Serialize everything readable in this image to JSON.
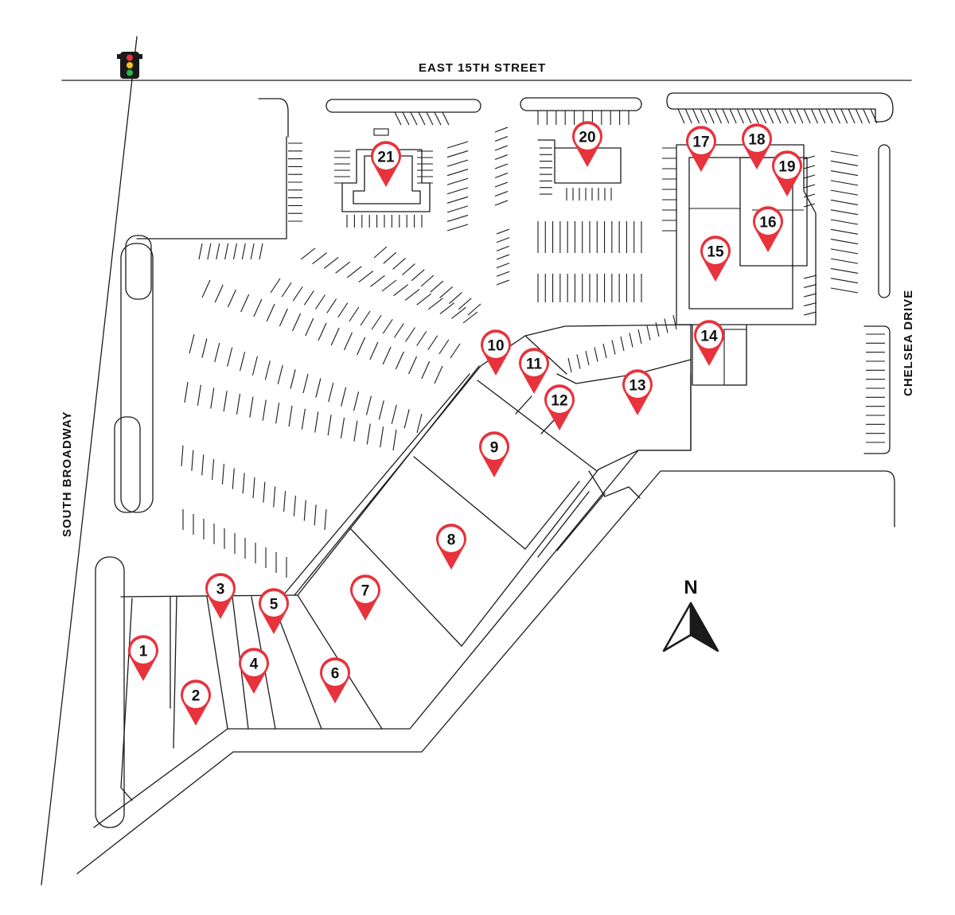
{
  "streets": {
    "north": "EAST 15TH STREET",
    "west": "SOUTH BROADWAY",
    "east": "CHELSEA DRIVE"
  },
  "compass": {
    "label": "N"
  },
  "colors": {
    "pin_fill": "#e8323c",
    "pin_face": "#ffffff",
    "line": "#1a1a1a",
    "traffic_red": "#e8323c",
    "traffic_yellow": "#f5c518",
    "traffic_green": "#2eb34a"
  },
  "icons": {
    "traffic_light": "traffic-light-icon",
    "north_arrow": "north-arrow-icon",
    "pin": "map-pin-icon"
  },
  "units": [
    {
      "id": "1",
      "label": "1"
    },
    {
      "id": "2",
      "label": "2"
    },
    {
      "id": "3",
      "label": "3"
    },
    {
      "id": "4",
      "label": "4"
    },
    {
      "id": "5",
      "label": "5"
    },
    {
      "id": "6",
      "label": "6"
    },
    {
      "id": "7",
      "label": "7"
    },
    {
      "id": "8",
      "label": "8"
    },
    {
      "id": "9",
      "label": "9"
    },
    {
      "id": "10",
      "label": "10"
    },
    {
      "id": "11",
      "label": "11"
    },
    {
      "id": "12",
      "label": "12"
    },
    {
      "id": "13",
      "label": "13"
    },
    {
      "id": "14",
      "label": "14"
    },
    {
      "id": "15",
      "label": "15"
    },
    {
      "id": "16",
      "label": "16"
    },
    {
      "id": "17",
      "label": "17"
    },
    {
      "id": "18",
      "label": "18"
    },
    {
      "id": "19",
      "label": "19"
    },
    {
      "id": "20",
      "label": "20"
    },
    {
      "id": "21",
      "label": "21"
    }
  ]
}
